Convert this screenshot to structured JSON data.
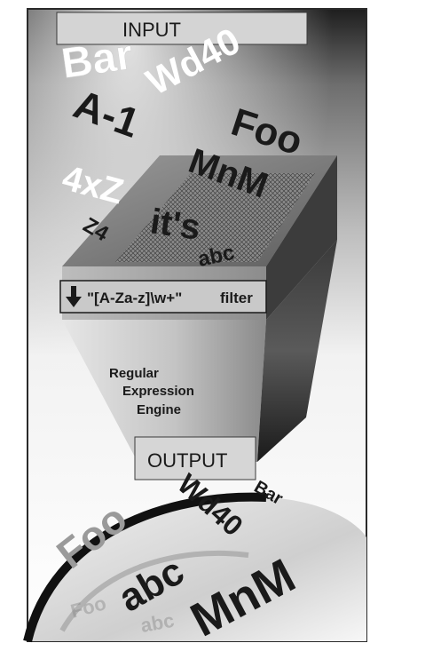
{
  "labels": {
    "input": "INPUT",
    "output": "OUTPUT",
    "filter_expression": "\"[A-Za-z]\\w+\"",
    "filter_word": "filter",
    "engine_line1": "Regular",
    "engine_line2": "Expression",
    "engine_line3": "Engine"
  },
  "input_tokens": [
    "Bar",
    "Wd40",
    "A-1",
    "Foo",
    "MnM",
    "4xZ",
    "it's",
    "Z4",
    "abc"
  ],
  "output_tokens": [
    "Bar",
    "Wd40",
    "Foo",
    "abc",
    "MnM"
  ],
  "reflection_tokens": [
    "Foo",
    "abc"
  ],
  "icons": {
    "filter_arrow": "down-arrow-icon"
  },
  "colors": {
    "frame": "#2a2a2a",
    "ink": "#1a1a1a",
    "white_text": "#ffffff",
    "box_fill": "#d2d2d2"
  }
}
